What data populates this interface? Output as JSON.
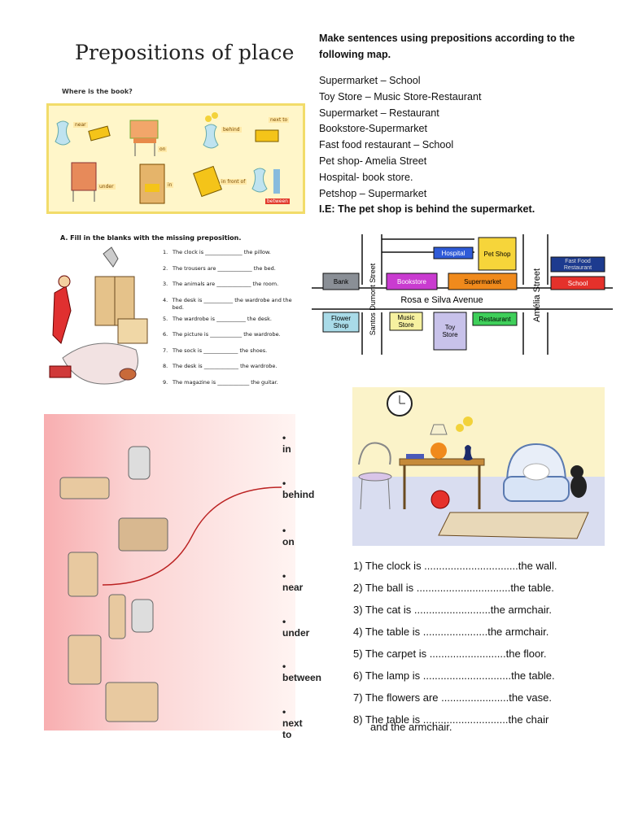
{
  "title": "Prepositions of place",
  "book_question": "Where is the book?",
  "where_labels": [
    "near",
    "on",
    "behind",
    "next to",
    "under",
    "in",
    "in front of",
    "between"
  ],
  "instructions": "Make sentences using prepositions according to the following map.",
  "pairs": [
    "Supermarket – School",
    "Toy Store – Music Store-Restaurant",
    "Supermarket – Restaurant",
    "Bookstore-Supermarket",
    "Fast food restaurant – School",
    "Pet shop- Amelia Street",
    "Hospital-  book store.",
    "Petshop – Supermarket"
  ],
  "example": "I.E: The pet shop is behind the supermarket.",
  "fill_title": "A. Fill in the blanks with the missing preposition.",
  "fill_items": [
    {
      "n": "1.",
      "text": "The clock is ______________ the pillow."
    },
    {
      "n": "2.",
      "text": "The trousers are _____________ the bed."
    },
    {
      "n": "3.",
      "text": "The animals are _____________ the room."
    },
    {
      "n": "4.",
      "text": "The desk is ___________ the wardrobe and the bed."
    },
    {
      "n": "5.",
      "text": "The wardrobe is ___________ the desk."
    },
    {
      "n": "6.",
      "text": "The picture is ____________ the wardrobe."
    },
    {
      "n": "7.",
      "text": "The sock is _____________ the shoes."
    },
    {
      "n": "8.",
      "text": "The desk is _____________ the wardrobe."
    },
    {
      "n": "9.",
      "text": "The magazine is ____________ the guitar."
    }
  ],
  "map": {
    "buildings": {
      "hospital": "Hospital",
      "pet_shop": "Pet Shop",
      "fast_food": "Fast Food Restaurant",
      "bank": "Bank",
      "bookstore": "Bookstore",
      "supermarket": "Supermarket",
      "school": "School",
      "flower_shop": "Flower Shop",
      "music_store": "Music Store",
      "toy_store": "Toy Store",
      "restaurant": "Restaurant"
    },
    "streets": {
      "santos": "Santos Dumont Street",
      "avenue": "Rosa e Silva Avenue",
      "amelia": "Amélia Street"
    },
    "colors": {
      "hospital": "#2f5bd8",
      "pet_shop": "#f6d53a",
      "fast_food": "#1d3b8f",
      "bank": "#8a8f96",
      "bookstore": "#c93bd0",
      "supermarket": "#f08a1c",
      "school": "#e5312b",
      "flower_shop": "#a9dbe8",
      "music_store": "#f6f1a0",
      "toy_store": "#c8c2ea",
      "restaurant": "#3fcf5a"
    }
  },
  "prepositions": [
    "in",
    "behind",
    "on",
    "near",
    "under",
    "between",
    "next to"
  ],
  "sentences": [
    "1) The clock is ................................the wall.",
    "2) The ball is ................................the table.",
    "3) The cat is ..........................the armchair.",
    "4) The table is ......................the armchair.",
    "5) The carpet is ..........................the floor.",
    "6) The lamp is ..............................the table.",
    "7) The flowers are .......................the vase.",
    "8) The table is .............................the chair"
  ],
  "sentence_extra": "and the armchair."
}
